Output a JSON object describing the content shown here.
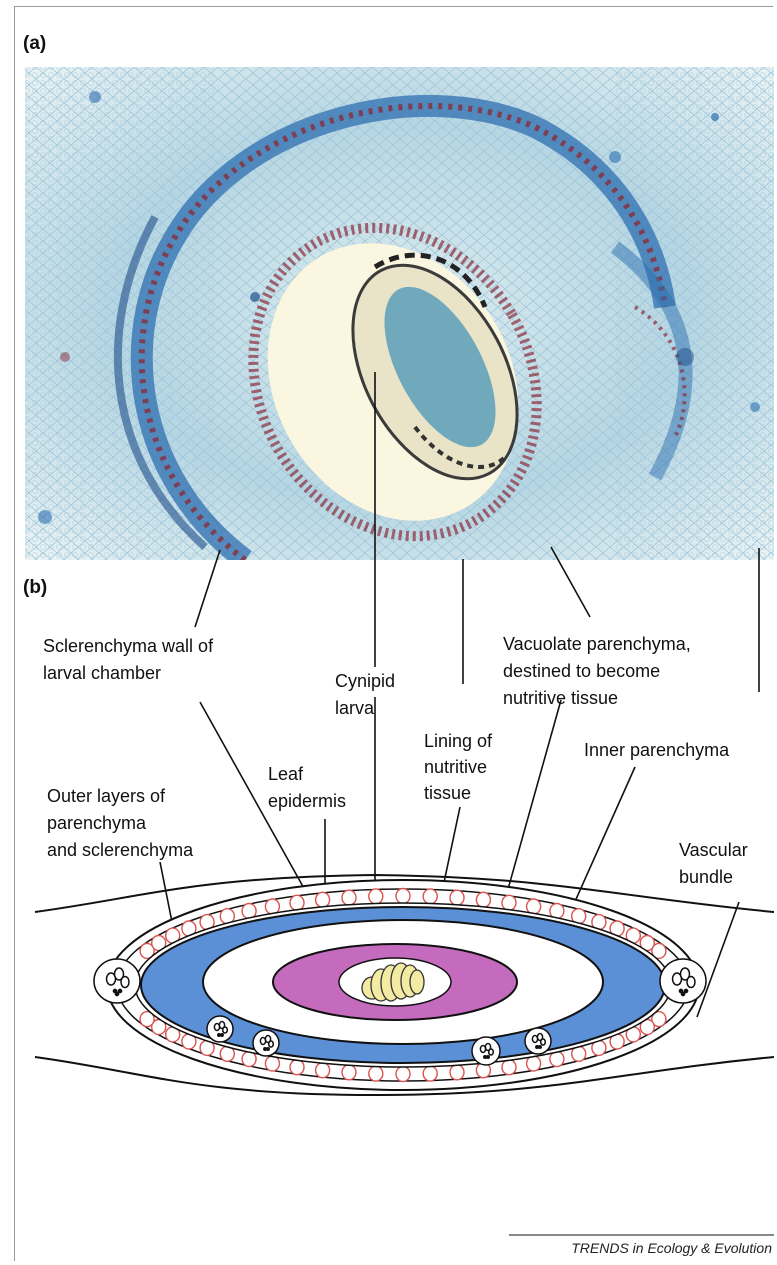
{
  "figure": {
    "panel_a_label": "(a)",
    "panel_b_label": "(b)",
    "credit": "TRENDS in Ecology & Evolution"
  },
  "labels": {
    "sclerenchyma_wall": [
      "Sclerenchyma wall of",
      "larval chamber"
    ],
    "cynipid_larva": [
      "Cynipid",
      "larva"
    ],
    "vacuolate_parenchyma": [
      "Vacuolate parenchyma,",
      "destined to become",
      "nutritive tissue"
    ],
    "lining_nutritive": [
      "Lining of",
      "nutritive",
      "tissue"
    ],
    "inner_parenchyma": [
      "Inner parenchyma"
    ],
    "outer_layers": [
      "Outer layers of",
      "parenchyma",
      "and sclerenchyma"
    ],
    "leaf_epidermis": [
      "Leaf",
      "epidermis"
    ],
    "vascular_bundle": [
      "Vascular",
      "bundle"
    ]
  },
  "colors": {
    "sclerenchyma_blue": "#5b8fd6",
    "nutritive_purple": "#c46bbd",
    "larva_yellow": "#f3eaa4",
    "epidermis_cells": "#d9534f",
    "micrograph_stain_blue": "#2d6fb0",
    "micrograph_stain_red": "#8a2c3a"
  }
}
